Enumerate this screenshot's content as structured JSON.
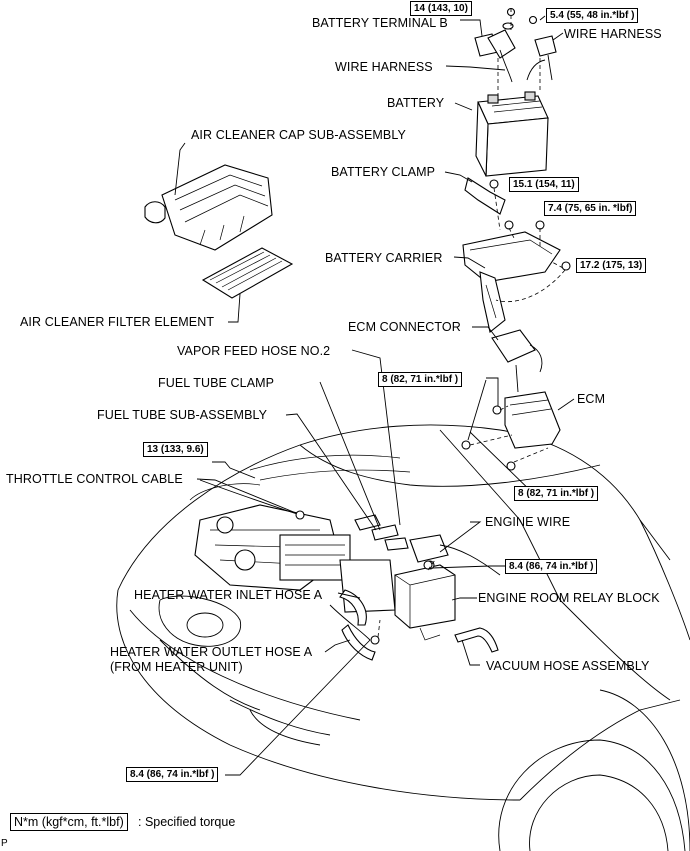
{
  "labels": {
    "battery_terminal_b": "BATTERY TERMINAL B",
    "wire_harness_1": "WIRE HARNESS",
    "wire_harness_2": "WIRE HARNESS",
    "battery": "BATTERY",
    "air_cleaner_cap": "AIR CLEANER CAP SUB-ASSEMBLY",
    "battery_clamp": "BATTERY CLAMP",
    "battery_carrier": "BATTERY CARRIER",
    "air_cleaner_filter": "AIR CLEANER FILTER ELEMENT",
    "ecm_connector": "ECM CONNECTOR",
    "vapor_feed_hose": "VAPOR FEED HOSE NO.2",
    "fuel_tube_clamp": "FUEL TUBE CLAMP",
    "ecm": "ECM",
    "fuel_tube_sub": "FUEL TUBE SUB-ASSEMBLY",
    "throttle_cable": "THROTTLE CONTROL CABLE",
    "engine_wire": "ENGINE WIRE",
    "heater_inlet": "HEATER WATER INLET HOSE A",
    "engine_room_relay": "ENGINE ROOM RELAY BLOCK",
    "heater_outlet_1": "HEATER WATER OUTLET HOSE A",
    "heater_outlet_2": "(FROM HEATER UNIT)",
    "vacuum_hose": "VACUUM HOSE ASSEMBLY"
  },
  "torques": {
    "t1": "14 (143, 10)",
    "t2": "5.4 (55, 48 in.*lbf )",
    "t3": "15.1 (154, 11)",
    "t4": "7.4 (75, 65 in. *lbf)",
    "t5": "17.2 (175, 13)",
    "t6": "8 (82, 71 in.*lbf )",
    "t7": "13 (133, 9.6)",
    "t8": "8 (82, 71 in.*lbf )",
    "t9": "8.4 (86, 74 in.*lbf )",
    "t10": "8.4 (86, 74 in.*lbf )"
  },
  "legend": {
    "unit": "N*m (kgf*cm, ft.*lbf)",
    "description": ": Specified torque"
  },
  "corner_mark": "P"
}
